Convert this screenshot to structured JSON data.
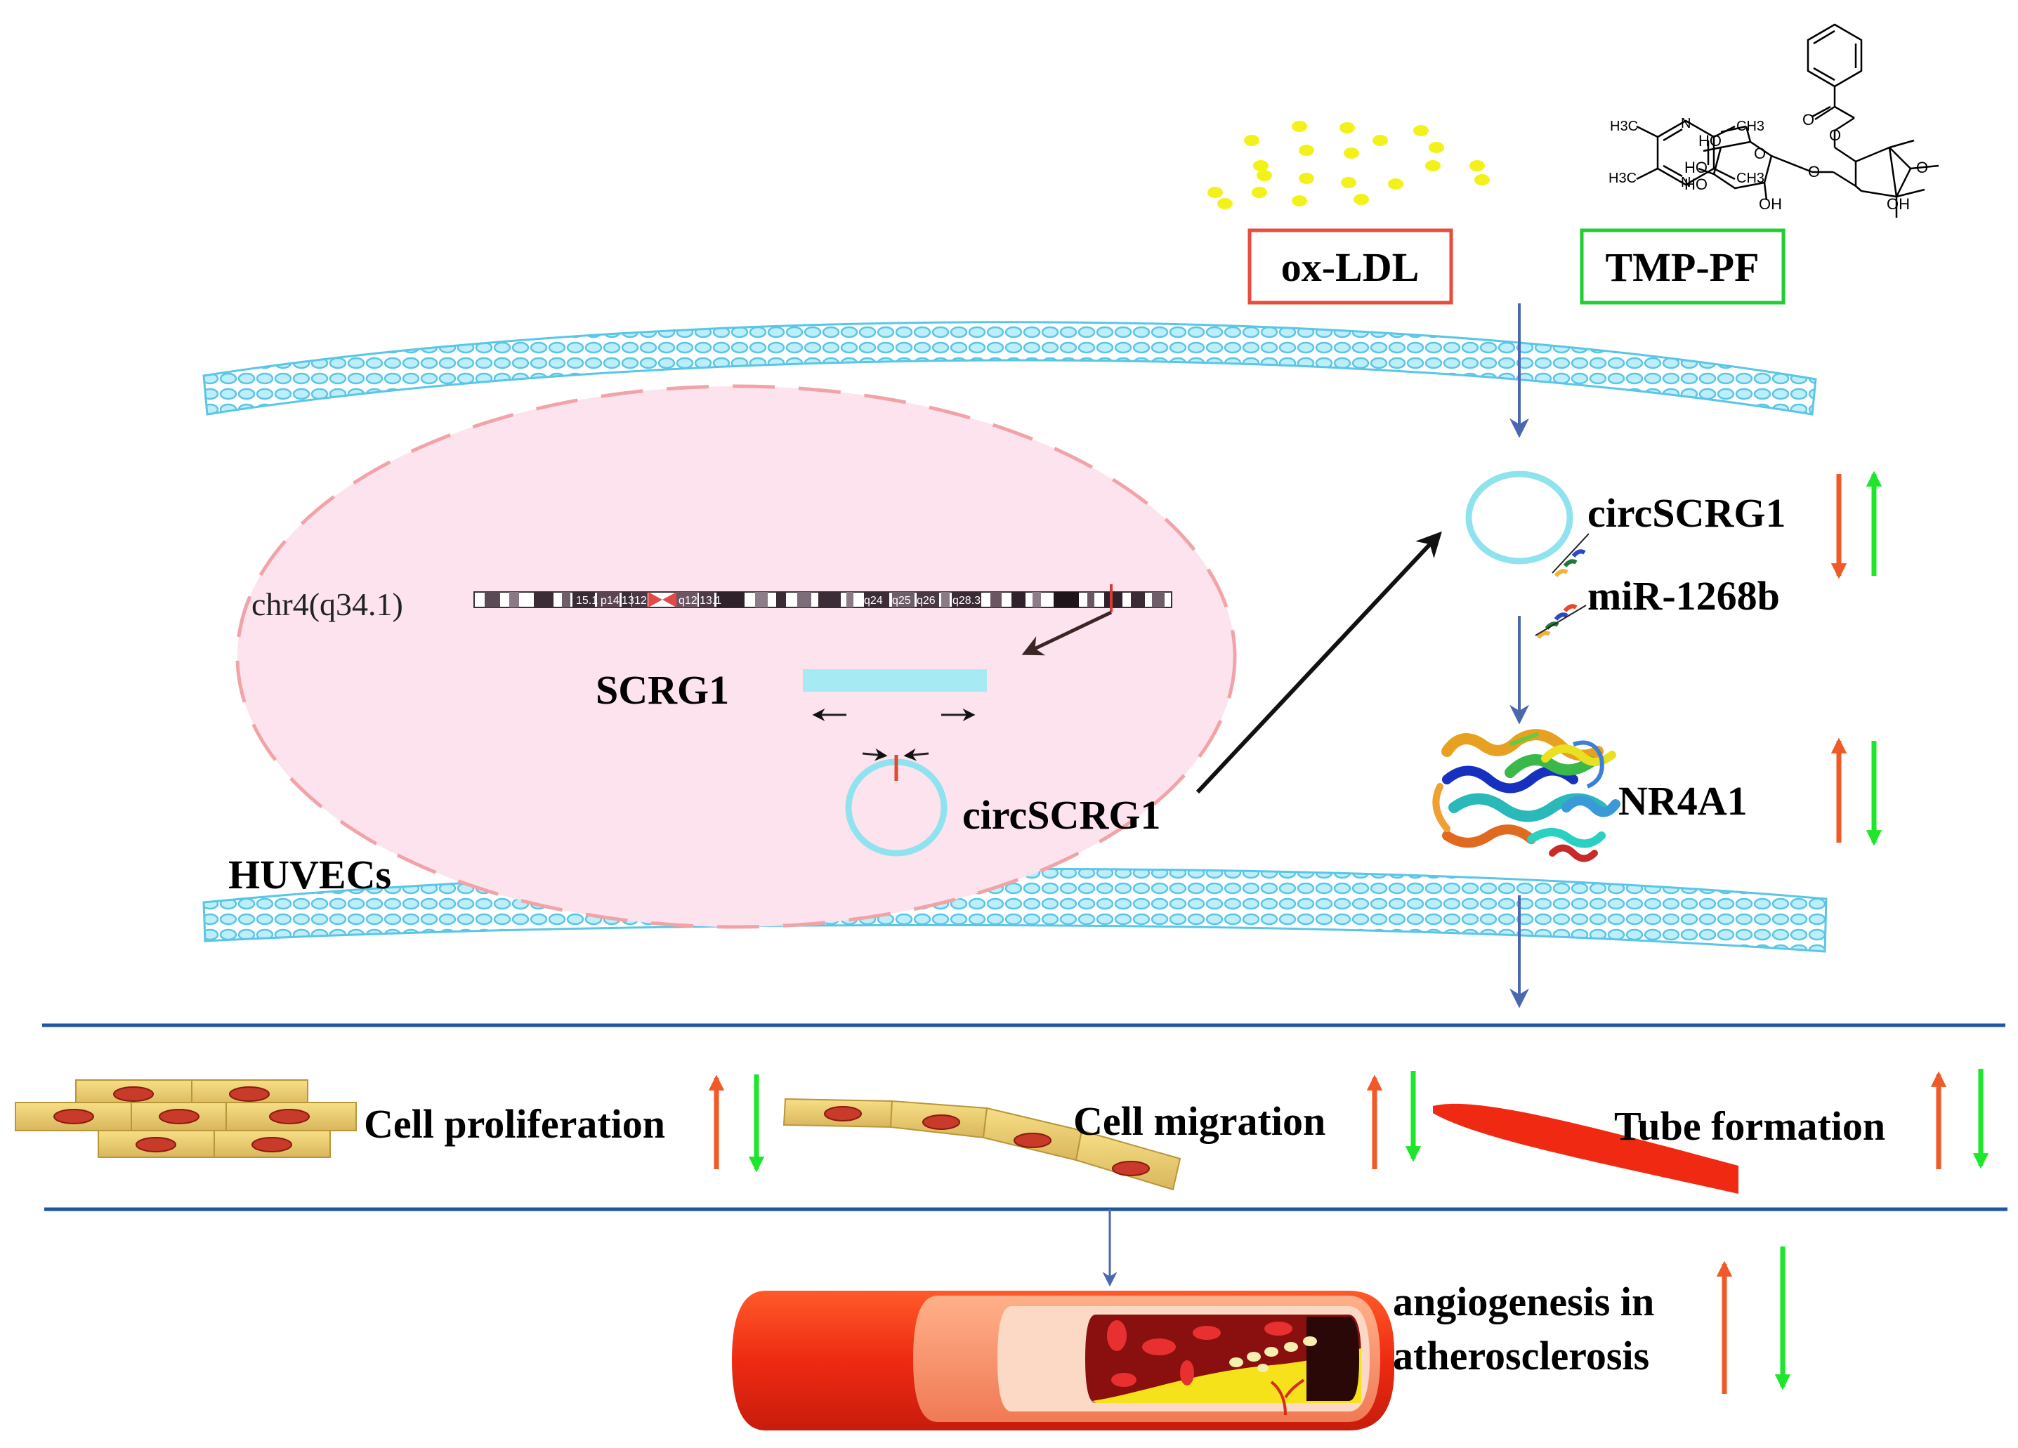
{
  "stimuli": {
    "oxldl_label": "ox-LDL",
    "tmppf_label": "TMP-PF",
    "oxldl_color": "#e74c3c",
    "tmppf_color": "#22cc33",
    "particle_color": "#f2f21a"
  },
  "chemistry": {
    "tmp_atoms": [
      "H3C",
      "CH3",
      "H3C",
      "CH3",
      "N",
      "N"
    ],
    "pf_atoms": [
      "O",
      "O",
      "HO",
      "HO",
      "HO",
      "O",
      "O",
      "OH",
      "O",
      "OH"
    ]
  },
  "cell": {
    "label": "HUVECs",
    "membrane_color": "#9ee3f5",
    "nucleus_fill": "#fce3ee",
    "nucleus_border": "#f2a3a8"
  },
  "chromosome": {
    "label": "chr4(q34.1)",
    "bands": [
      "15.1",
      "p14",
      "13",
      "12",
      "q12",
      "13.1",
      "q24",
      "q25",
      "q26",
      "q28.3"
    ]
  },
  "gene": {
    "label": "SCRG1",
    "bar_color": "#a6eaf3"
  },
  "circ_nucleus_label": "circSCRG1",
  "pathway": {
    "circ_label": "circSCRG1",
    "mir_label": "miR-1268b",
    "nr4a1_label": "NR4A1",
    "up_color": "#f05a28",
    "down_color": "#1ee62a",
    "arrow_color": "#4a67b0"
  },
  "phenotypes": [
    {
      "label": "Cell proliferation"
    },
    {
      "label": "Cell migration"
    },
    {
      "label": "Tube formation"
    }
  ],
  "outcome": {
    "line1": "angiogenesis in",
    "line2": "atherosclerosis"
  },
  "divider_color": "#1f56a3"
}
